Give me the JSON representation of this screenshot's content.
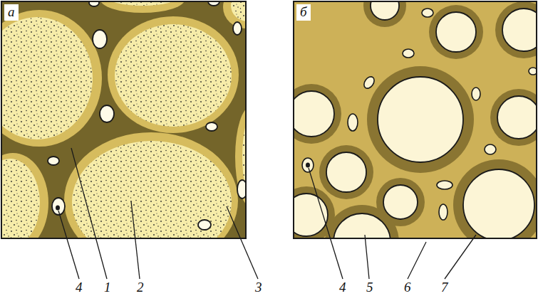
{
  "diagram": {
    "nodes": [
      {
        "text": [
          "а"
        ]
      },
      {
        "text": [
          "б"
        ]
      }
    ],
    "labels": [
      "4",
      "1",
      "2",
      "3",
      "4",
      "5",
      "6",
      "7"
    ]
  }
}
